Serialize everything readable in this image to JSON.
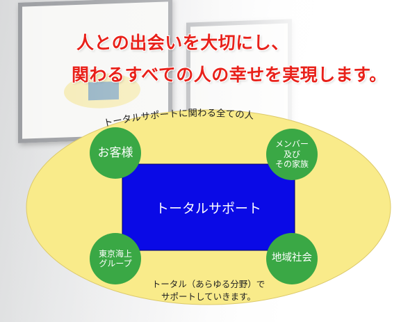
{
  "headline": {
    "line1": "人との出会いを大切にし、",
    "line2": "関わるすべての人の幸せを実現します。",
    "color": "#e8211a"
  },
  "diagram": {
    "arc_text": "トータルサポートに関わる全ての人",
    "center_label": "トータルサポート",
    "ellipse_color": "#f9eb8a",
    "box_color": "#0a0ae6",
    "circle_color": "#3aa845",
    "nodes": {
      "customers": {
        "lines": [
          "お客様"
        ]
      },
      "members": {
        "lines": [
          "メンバー",
          "及び",
          "その家族"
        ]
      },
      "tokio_group": {
        "lines": [
          "東京海上",
          "グループ"
        ]
      },
      "community": {
        "lines": [
          "地域社会"
        ]
      }
    },
    "bottom_text": {
      "line1": "トータル（あらゆる分野）で",
      "line2": "サポートしていきます。"
    }
  }
}
